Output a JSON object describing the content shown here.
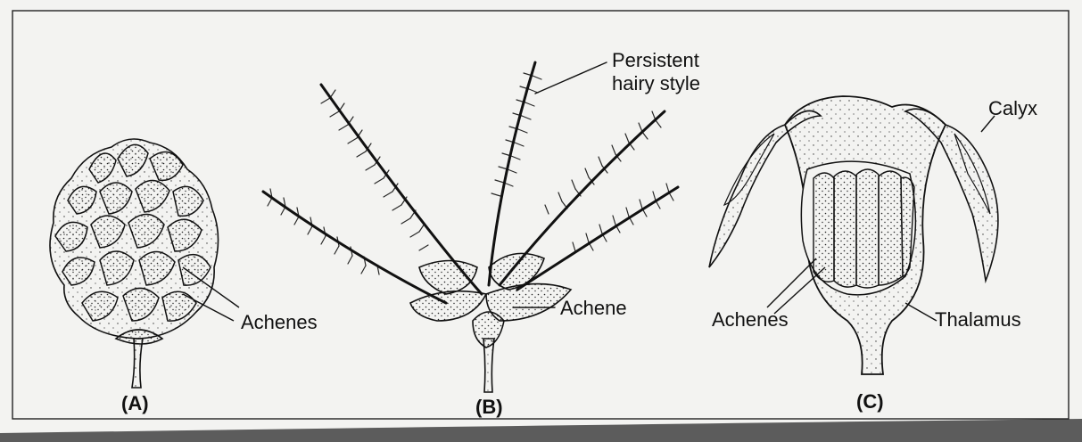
{
  "figure": {
    "panels": [
      {
        "caption": "(A)",
        "labels": [
          "Achenes"
        ]
      },
      {
        "caption": "(B)",
        "labels": [
          "Persistent",
          "hairy style",
          "Achene"
        ]
      },
      {
        "caption": "(C)",
        "labels": [
          "Calyx",
          "Achenes",
          "Thalamus"
        ]
      }
    ]
  },
  "colors": {
    "paper": "#f3f3f1",
    "ink": "#111111",
    "shadow": "#5c5c5c"
  }
}
